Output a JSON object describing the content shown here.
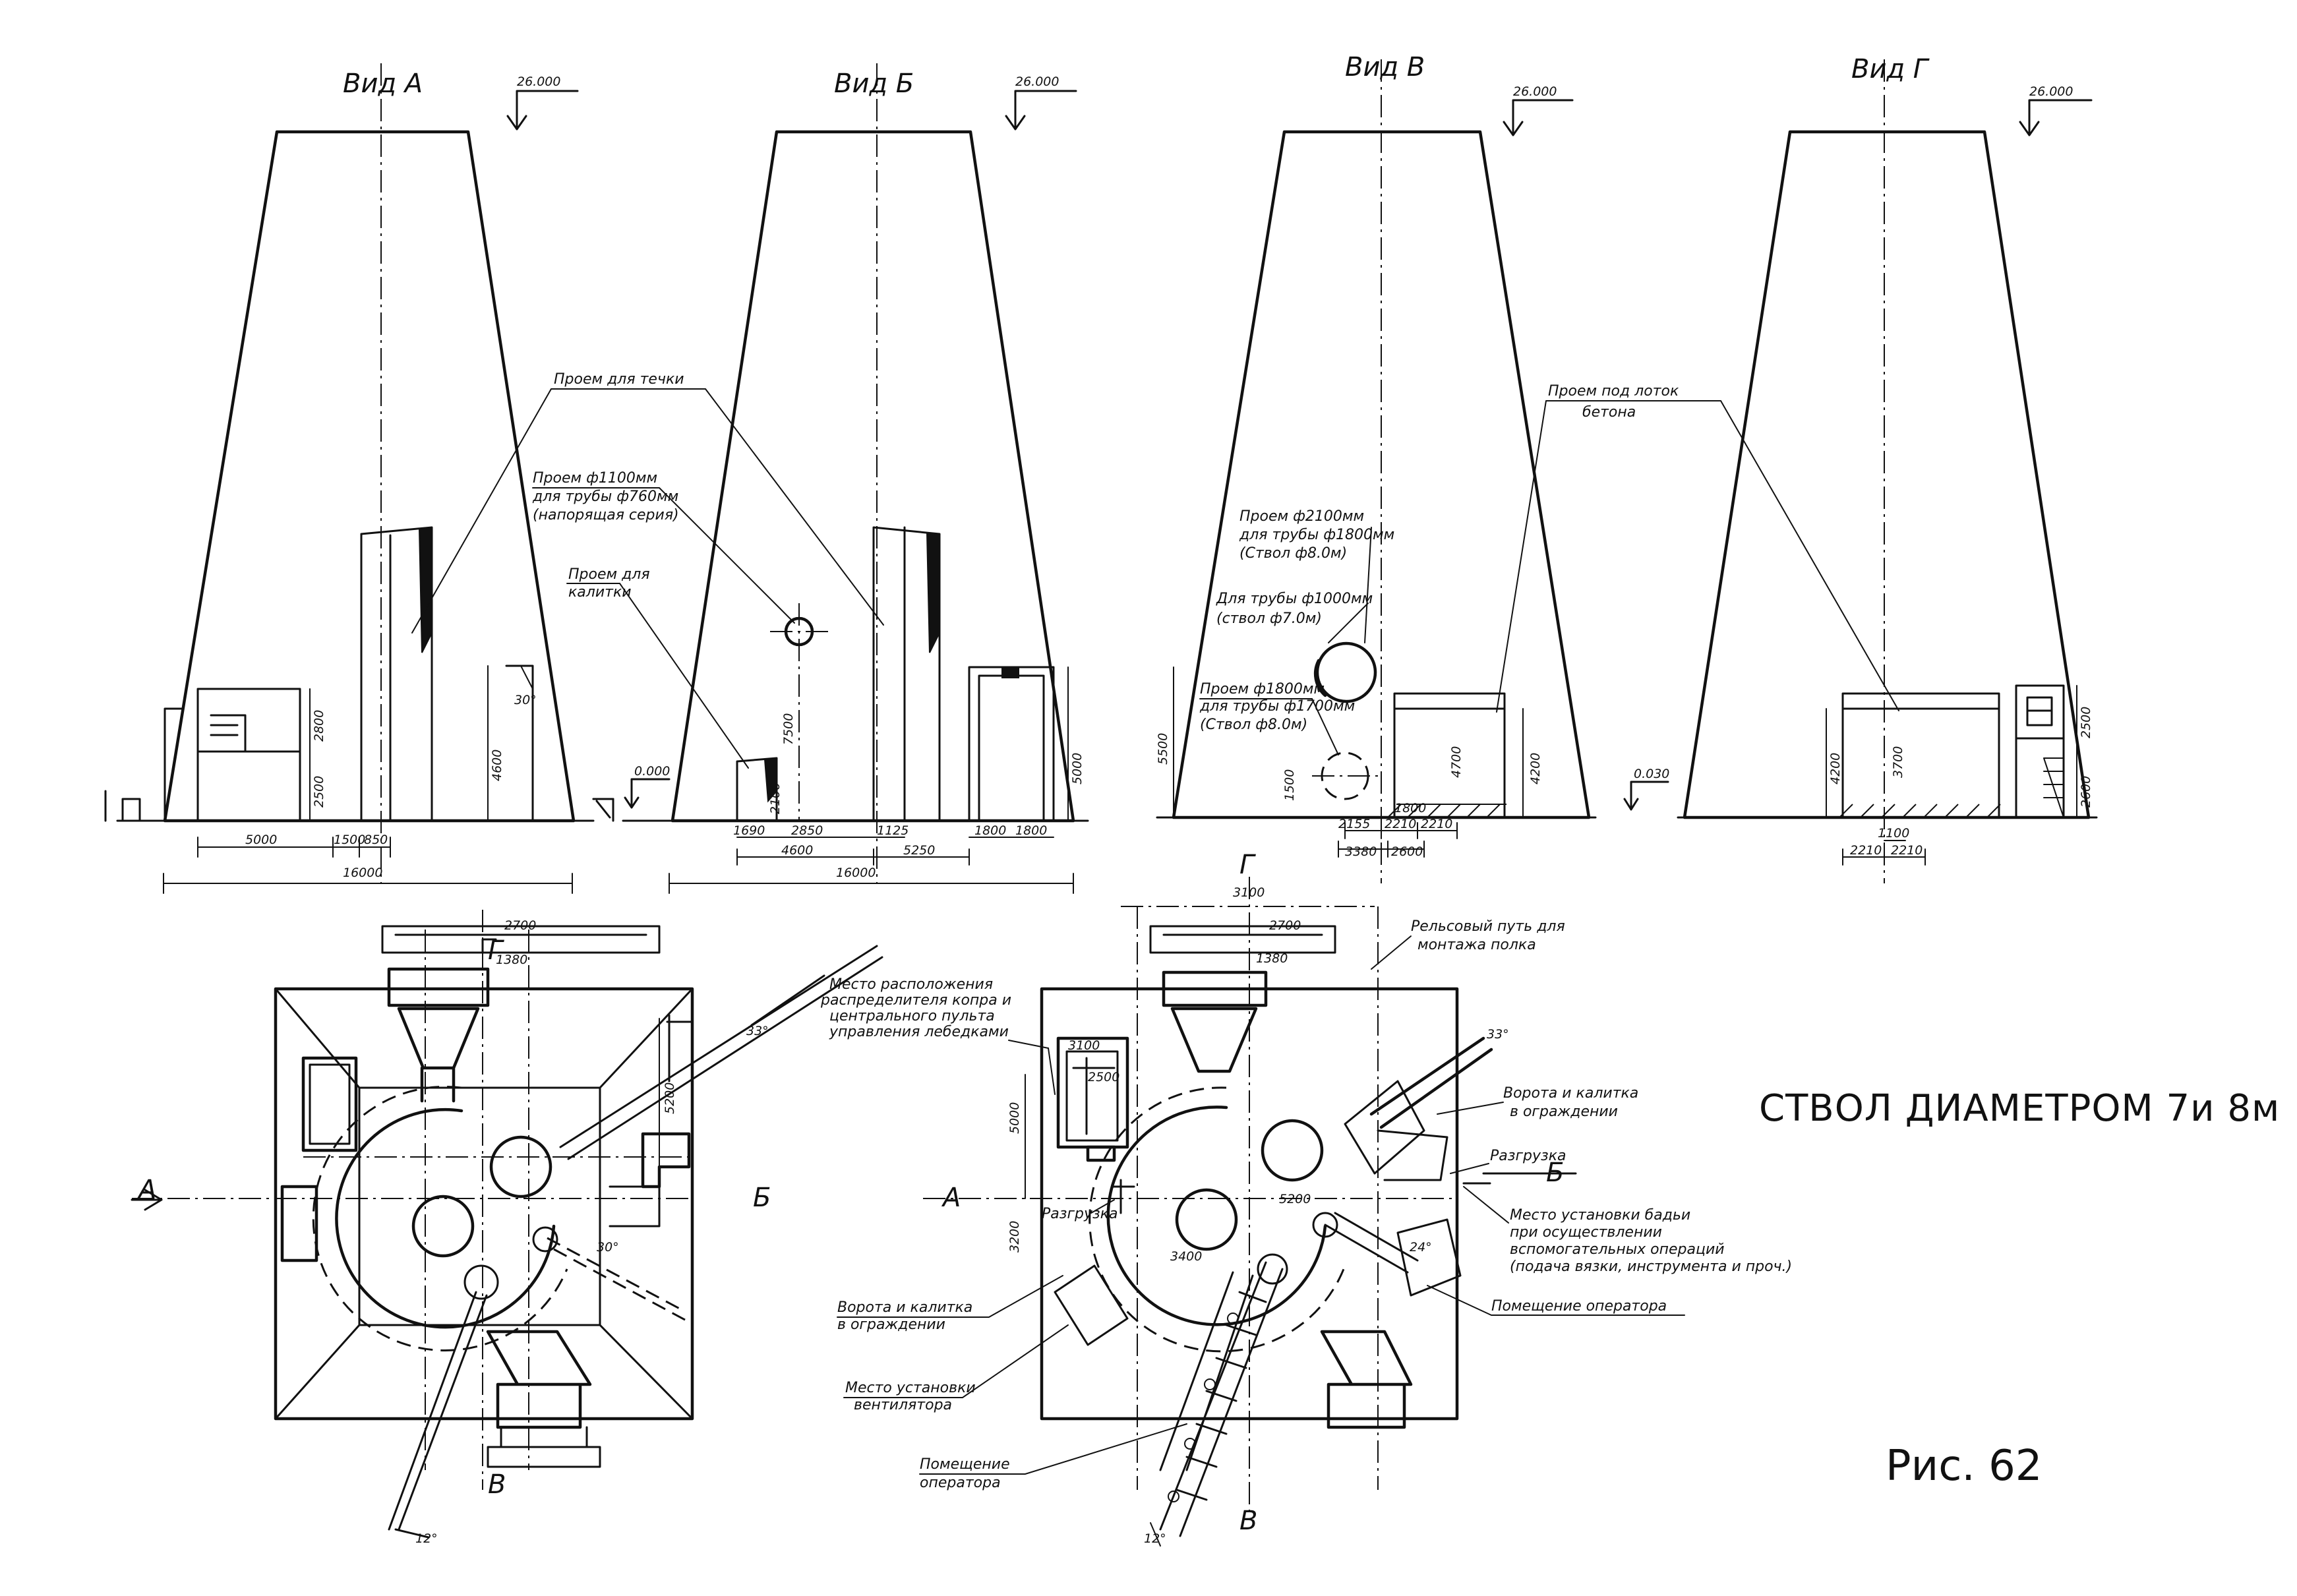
{
  "views": {
    "a": {
      "title": "Вид А",
      "elevation": "26.000"
    },
    "b": {
      "title": "Вид Б",
      "elevation": "26.000"
    },
    "v": {
      "title": "Вид В",
      "elevation": "26.000"
    },
    "g": {
      "title": "Вид Г",
      "elevation": "26.000"
    }
  },
  "elevations": {
    "zero_b": "0.000",
    "zero_v": "0.030"
  },
  "labels": {
    "opening_chute": "Проем для течки",
    "opening_1100_l1": "Проем ф1100мм",
    "opening_1100_l2": "для трубы ф760мм",
    "opening_1100_l3": "(напорящая серия)",
    "opening_gate_l1": "Проем для",
    "opening_gate_l2": "калитки",
    "opening_2100_l1": "Проем ф2100мм",
    "opening_2100_l2": "для трубы ф1800мм",
    "opening_2100_l3": "(Ствол ф8.0м)",
    "pipe_1000_l1": "Для трубы ф1000мм",
    "pipe_1000_l2": "(ствол ф7.0м)",
    "opening_1800_l1": "Проем ф1800мм",
    "opening_1800_l2": "для трубы ф1700мм",
    "opening_1800_l3": "(Ствол ф8.0м)",
    "opening_tray_l1": "Проем под лоток",
    "opening_tray_l2": "бетона",
    "distributor_l1": "Место расположения",
    "distributor_l2": "распределителя копра и",
    "distributor_l3": "центрального пульта",
    "distributor_l4": "управления лебедками",
    "rail_l1": "Рельсовый путь для",
    "rail_l2": "монтажа полка",
    "gate_right_l1": "Ворота и калитка",
    "gate_right_l2": "в ограждении",
    "unloading_right": "Разгрузка",
    "unloading_left": "Разгрузка",
    "tub_l1": "Место установки бадьи",
    "tub_l2": "при осуществлении",
    "tub_l3": "вспомогательных операций",
    "tub_l4": "(подача вязки, инструмента и проч.)",
    "operator_room": "Помещение оператора",
    "gate_left_l1": "Ворота и калитка",
    "gate_left_l2": "в ограждении",
    "ventilator_l1": "Место установки",
    "ventilator_l2": "вентилятора",
    "operator_l1": "Помещение",
    "operator_l2": "оператора"
  },
  "dimensions": {
    "a_base": "16000",
    "a_5000": "5000",
    "a_1500": "1500",
    "a_850": "850",
    "a_2800": "2800",
    "a_2500": "2500",
    "a_4600": "4600",
    "a_30deg": "30°",
    "b_base": "16000",
    "b_4600": "4600",
    "b_5250": "5250",
    "b_2850": "2850",
    "b_1125": "1125",
    "b_1800a": "1800",
    "b_1800b": "1800",
    "b_7500": "7500",
    "b_5000": "5000",
    "b_2100": "2100",
    "b_1690": "1690",
    "v_5500": "5500",
    "v_4700": "4700",
    "v_4200": "4200",
    "v_1500": "1500",
    "v_3380": "3380",
    "v_2600": "2600",
    "v_2155": "2155",
    "v_2210a": "2210",
    "v_2210b": "2210",
    "v_1800": "1800",
    "g_4200": "4200",
    "g_3700": "3700",
    "g_2500": "2500",
    "g_2600": "2600",
    "g_1100": "1100",
    "g_2210a": "2210",
    "g_2210b": "2210",
    "p1_2700": "2700",
    "p1_1380": "1380",
    "p1_5200": "5200",
    "p1_33deg": "33°",
    "p1_30deg": "30°",
    "p1_12deg": "12°",
    "p2_3100": "3100",
    "p2_2700": "2700",
    "p2_1380": "1380",
    "p2_5000": "5000",
    "p2_3200": "3200",
    "p2_3400": "3400",
    "p2_3100b": "3100",
    "p2_2500": "2500",
    "p2_5200": "5200",
    "p2_33deg": "33°",
    "p2_24deg": "24°",
    "p2_12deg": "12°"
  },
  "axes": {
    "a": "А",
    "b": "Б",
    "v": "В",
    "g": "Г"
  },
  "caption": "СТВОЛ ДИАМЕТРОМ 7и 8м",
  "figure": "Рис. 62"
}
